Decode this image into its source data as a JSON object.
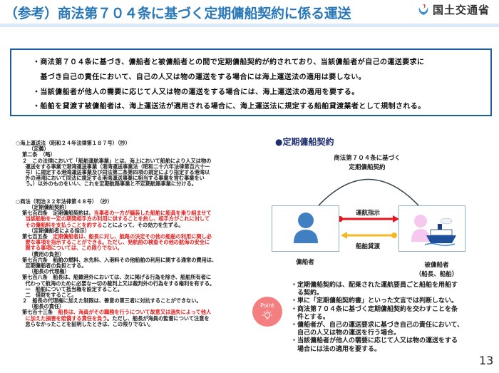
{
  "header": {
    "title": "（参考）商法第７０４条に基づく定期傭船契約に係る運送",
    "org_name": "国土交通省"
  },
  "summary": [
    "・商法第７０４条に基づき、傭船者と被傭船者との間で定期傭船契約が約されており、当該傭船者が自己の運送要求に",
    "　基づき自己の責任において、自己の人又は物の運送をする場合には海上運送法の適用は要しない。",
    "・当該傭船者が他人の需要に応じて人又は物の運送をする場合には、海上運送法の適用を要する。",
    "・船舶を貸渡す被傭船者は、海上運送法が適用される場合に、海上運送法に規定する船舶貸渡業者として規制される。"
  ],
  "law_lines": [
    {
      "indent": 0,
      "segs": [
        {
          "t": "○海上運送法（昭和２４年法律第１８７号）（抄）"
        }
      ]
    },
    {
      "indent": 4,
      "segs": [
        {
          "t": "（定義）"
        }
      ]
    },
    {
      "indent": 2,
      "segs": [
        {
          "t": "第二条　（略）"
        }
      ]
    },
    {
      "indent": 2,
      "segs": [
        {
          "t": "２　この法律において「船舶運航事業」とは、海上において船舶により人又は物の"
        }
      ]
    },
    {
      "indent": 3,
      "segs": [
        {
          "t": "運送をする事業で港湾運送事業（港湾運送事業法（昭和二十六年法律第百六十一"
        }
      ]
    },
    {
      "indent": 3,
      "segs": [
        {
          "t": "号）に規定する港湾運送事業及び同法第二条第四項の規定により指定する港湾以"
        }
      ]
    },
    {
      "indent": 3,
      "segs": [
        {
          "t": "外の港湾において同法に規定する港湾運送事業に相当する事業を営む事業をい"
        }
      ]
    },
    {
      "indent": 3,
      "segs": [
        {
          "t": "う。）以外のものをいい、これを定期航路事業と不定期航路事業に分ける。"
        }
      ]
    },
    {
      "indent": 0,
      "segs": [
        {
          "t": ""
        }
      ]
    },
    {
      "indent": 0,
      "segs": [
        {
          "t": ""
        }
      ]
    },
    {
      "indent": 0,
      "segs": [
        {
          "t": "○商法（明治３２年法律第４８号）　（抄）"
        }
      ]
    },
    {
      "indent": 4,
      "segs": [
        {
          "t": "（定期傭船契約）"
        }
      ]
    },
    {
      "indent": 2,
      "segs": [
        {
          "t": "第七百四条　定期傭船契約は、"
        },
        {
          "t": "当事者の一方が艤装した船舶に船員を乗り組ませて",
          "red": true
        }
      ]
    },
    {
      "indent": 3,
      "segs": [
        {
          "t": "当該船舶を一定の期間相手方の利用に供することを約し、相手方がこれに対して",
          "red": true
        }
      ]
    },
    {
      "indent": 3,
      "segs": [
        {
          "t": "その傭船料を支払うことを約する",
          "red": true
        },
        {
          "t": "ことによって、その効力を生ずる。"
        }
      ]
    },
    {
      "indent": 4,
      "segs": [
        {
          "t": "（定期傭船者による指示）"
        }
      ]
    },
    {
      "indent": 2,
      "segs": [
        {
          "t": "第七百五条　"
        },
        {
          "t": "定期傭船者は、船長に対し、航路の決定その他の船舶の利用に関し必",
          "red": true
        }
      ]
    },
    {
      "indent": 3,
      "segs": [
        {
          "t": "要な事項を指示することができる。ただし、発航前の検査その他の航海の安全に",
          "red": true
        }
      ]
    },
    {
      "indent": 3,
      "segs": [
        {
          "t": "関する事項については、この限りでない。",
          "red": true
        }
      ]
    },
    {
      "indent": 4,
      "segs": [
        {
          "t": "（費用の負担）"
        }
      ]
    },
    {
      "indent": 2,
      "segs": [
        {
          "t": "第七百六条　船舶の燃料、水先料、入港料その他船舶の利用に関する通常の費用は、"
        }
      ]
    },
    {
      "indent": 3,
      "segs": [
        {
          "t": "定期傭船者の負担とする。"
        }
      ]
    },
    {
      "indent": 4,
      "segs": [
        {
          "t": "（船長の代理権）"
        }
      ]
    },
    {
      "indent": 2,
      "segs": [
        {
          "t": "第七百八条　船長は、船籍港外においては、次に掲げる行為を除き、船舶所有者に"
        }
      ]
    },
    {
      "indent": 3,
      "segs": [
        {
          "t": "代わって航海のために必要な一切の裁判上又は裁判外の行為をする権利を有する。"
        }
      ]
    },
    {
      "indent": 3,
      "segs": [
        {
          "t": "一　船舶について抵当権を設定すること。"
        }
      ]
    },
    {
      "indent": 3,
      "segs": [
        {
          "t": "二　借財をすること。"
        }
      ]
    },
    {
      "indent": 2,
      "segs": [
        {
          "t": "２　船長の代理権に加えた制限は、善意の第三者に対抗することができない。"
        }
      ]
    },
    {
      "indent": 4,
      "segs": [
        {
          "t": "（船長の責任）"
        }
      ]
    },
    {
      "indent": 2,
      "segs": [
        {
          "t": "第七百十三条　"
        },
        {
          "t": "船長は、海員がその職務を行うについて故意又は過失によって他人",
          "red": true
        }
      ]
    },
    {
      "indent": 3,
      "segs": [
        {
          "t": "に加えた損害を賠償する責任を負う",
          "red": true
        },
        {
          "t": "。ただし、船長が海員の監督について注意を"
        }
      ]
    },
    {
      "indent": 3,
      "segs": [
        {
          "t": "怠らなかったことを証明したときは、この限りでない。"
        }
      ]
    }
  ],
  "diagram": {
    "heading": "●定期傭船契約",
    "contract_label_1": "商法第７０４条に基づく",
    "contract_label_2": "定期傭船契約",
    "arrow_top_label": "運航指示",
    "arrow_bottom_label": "船舶貸渡",
    "left_party": "傭船者",
    "right_party_1": "被傭船者",
    "right_party_2": "（船長、船舶）",
    "colors": {
      "red_arrow": "#e8141b",
      "yellow_arrow": "#f4b824",
      "person_left": "#3f7fc2",
      "person_right": "#f7c8ef"
    }
  },
  "points": {
    "badge_label": "Point",
    "lines": [
      "・定期傭船契約は、配乗された運航要員ごと船舶を用船す",
      "　る契約。",
      "・単に「定期傭船契約書」といった文言では判断しない。",
      "・商法第７０４条に基づく定期傭船契約を交わすことを条",
      "　件とする。",
      "・傭船者が、自己の運送要求に基づき自己の責任において、",
      "　自己の人又は物の運送を行う場合。",
      "・当該傭船者が他人の需要に応じて人又は物の運送をする",
      "　場合には法の適用を要する。"
    ]
  },
  "page_number": "13"
}
